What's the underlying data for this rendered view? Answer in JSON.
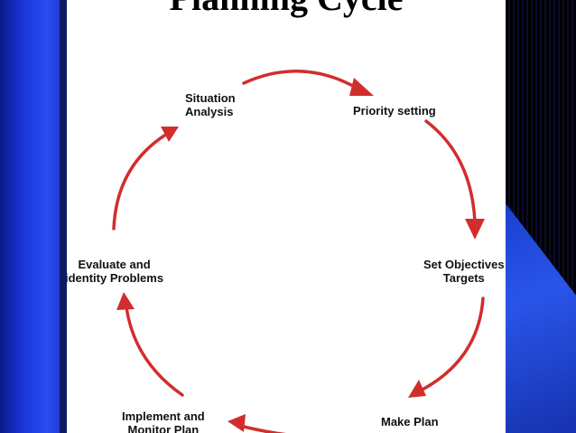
{
  "title": "Planning Cycle",
  "nodes": {
    "situation": [
      "Situation",
      "Analysis"
    ],
    "priority": "Priority setting",
    "objectives": [
      "Set Objectives",
      "Targets"
    ],
    "make_plan": "Make Plan",
    "implement": [
      "Implement and",
      "Monitor Plan"
    ],
    "evaluate": [
      "Evaluate and",
      "identity Problems"
    ]
  },
  "colors": {
    "arrow": "#d22d2d",
    "slide_bg": "#ffffff",
    "left_panel": "#2a4cf0"
  }
}
